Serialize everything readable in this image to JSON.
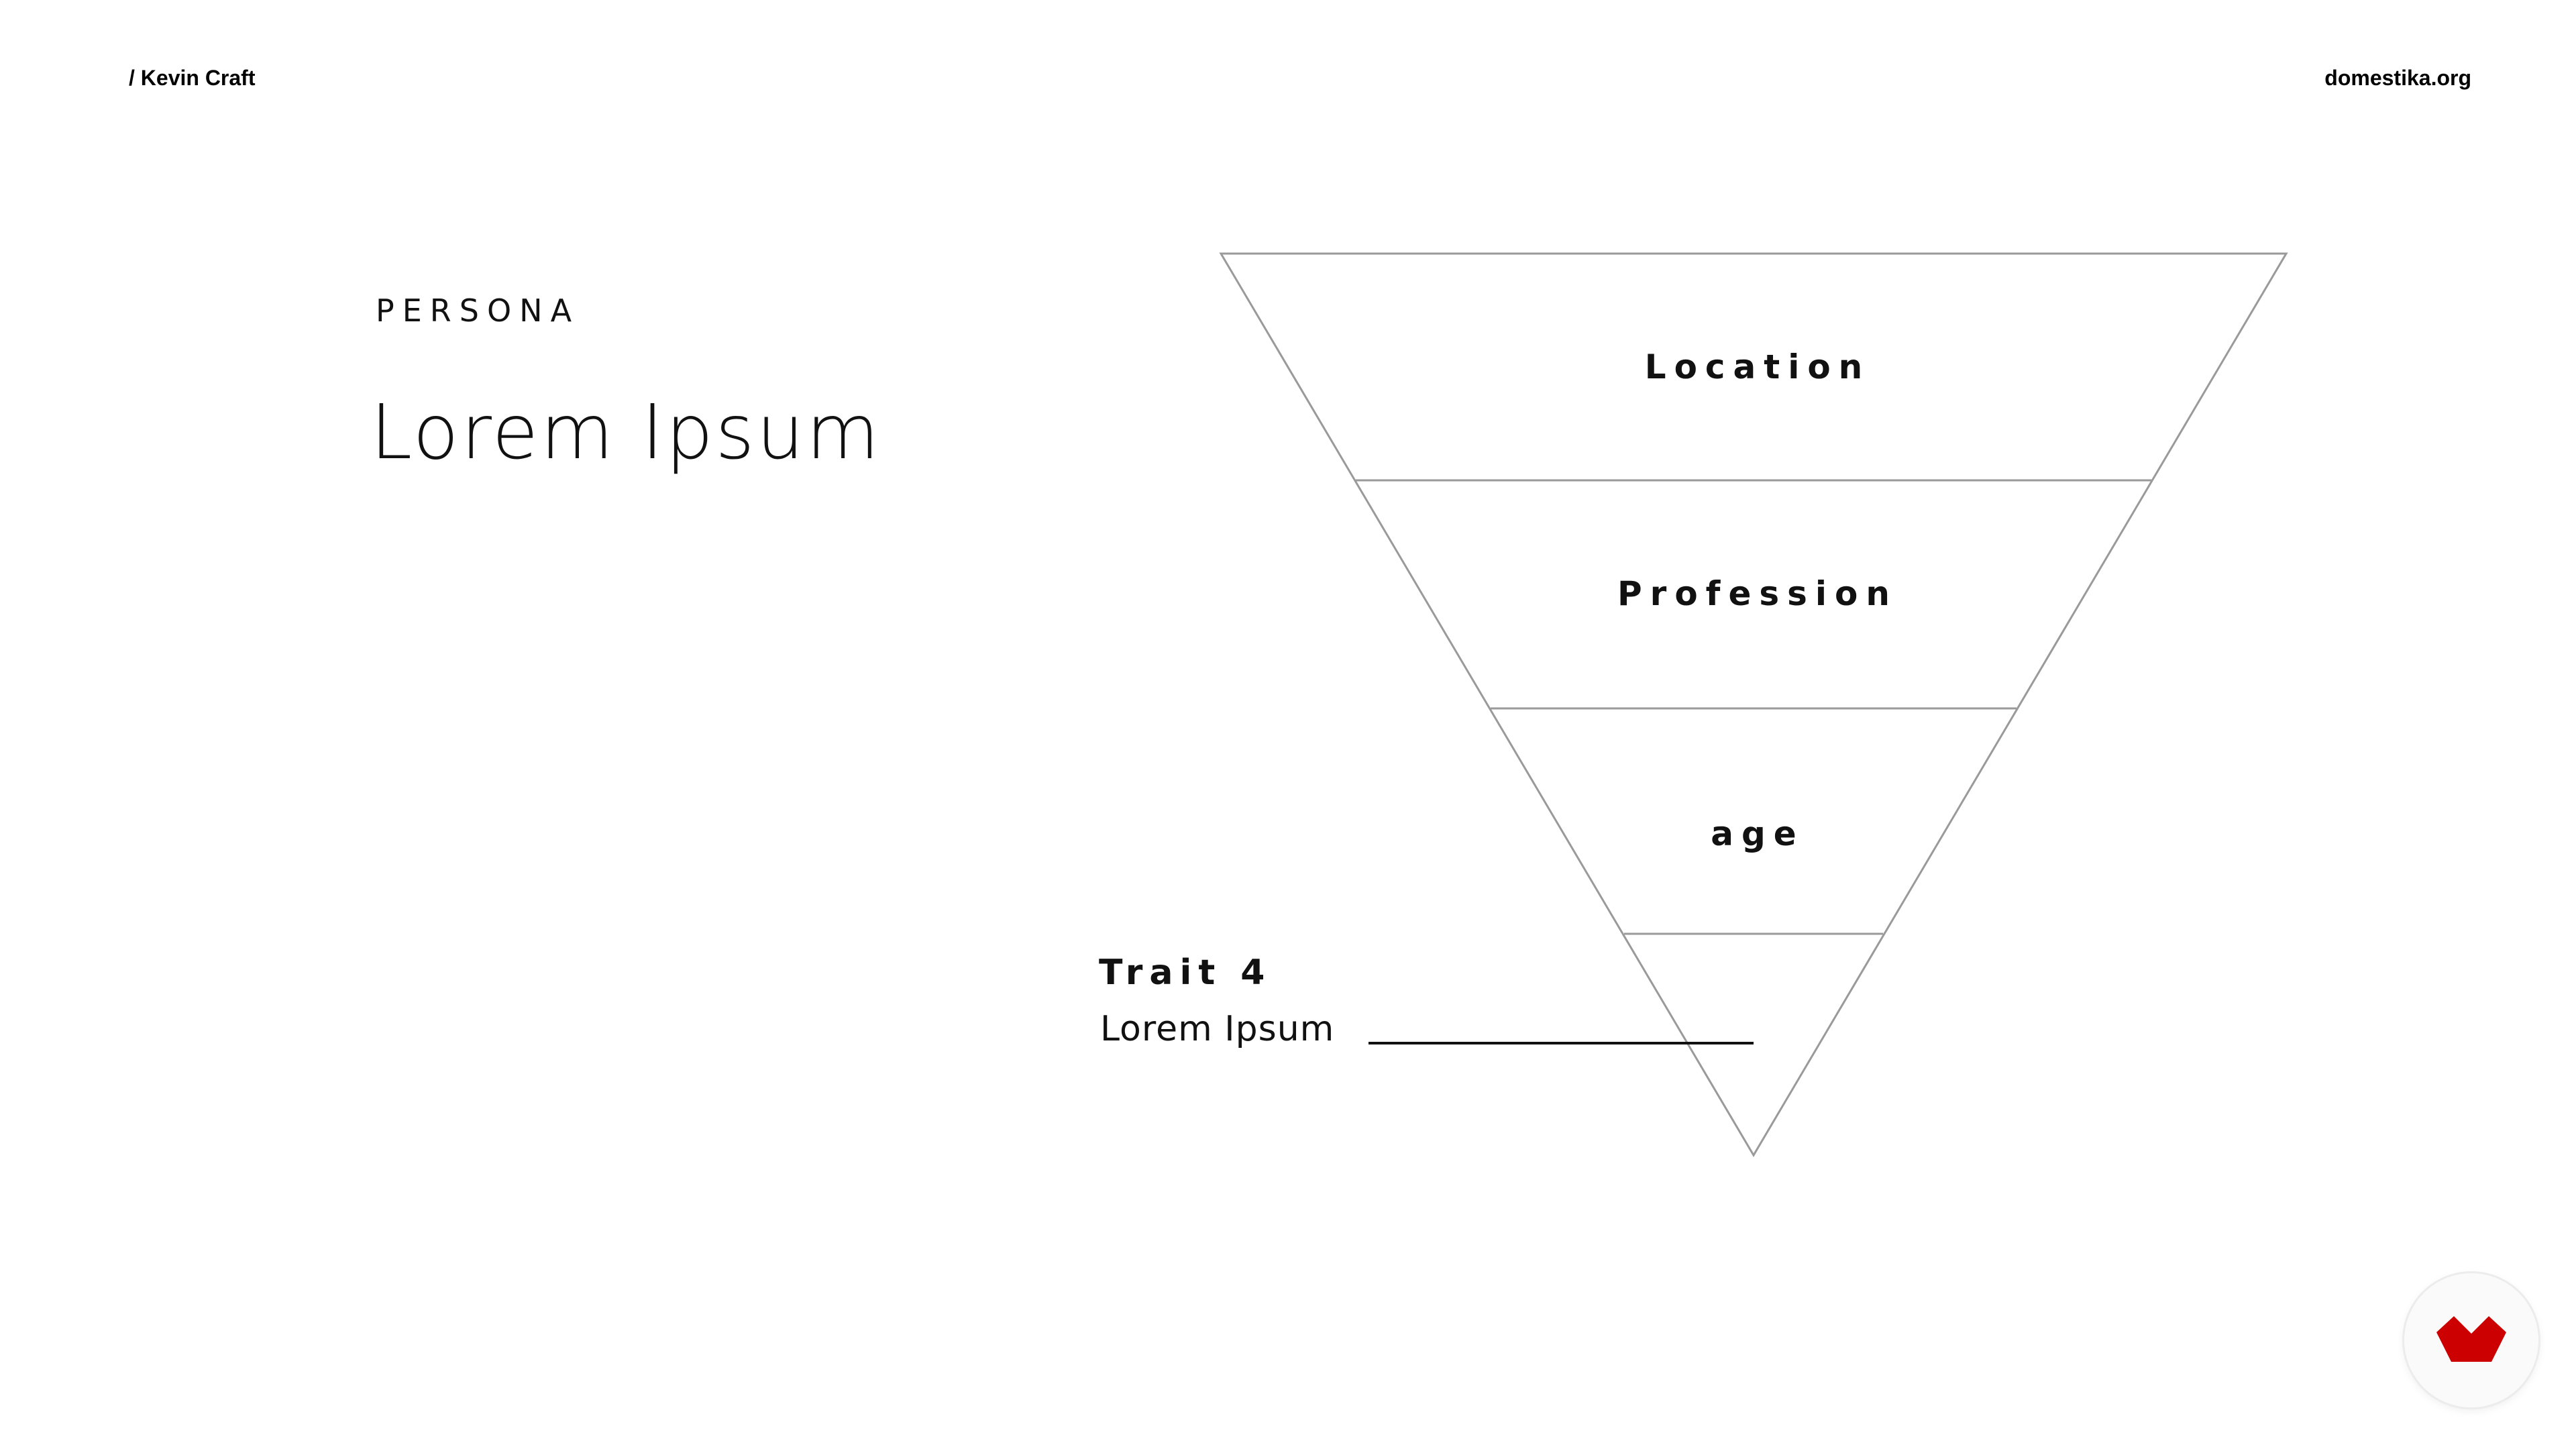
{
  "header": {
    "author": "/ Kevin Craft",
    "site": "domestika.org"
  },
  "persona": {
    "section_label": "PERSONA",
    "name": "Lorem Ipsum"
  },
  "funnel": {
    "layers": [
      {
        "label": "Location"
      },
      {
        "label": "Profession"
      },
      {
        "label": "age"
      },
      {
        "label": ""
      }
    ]
  },
  "trait": {
    "title": "Trait 4",
    "value": "Lorem Ipsum"
  },
  "colors": {
    "funnel_stroke": "#9a9a9a",
    "text": "#111111",
    "logo_red": "#cc0000"
  },
  "icons": {
    "logo": "domestika-logo-icon"
  }
}
